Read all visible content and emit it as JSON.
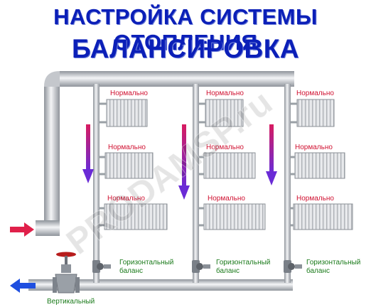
{
  "title": "НАСТРОЙКА СИСТЕМЫ ОТОПЛЕНИЯ",
  "subtitle": "БАЛАНСИРОВКА",
  "watermark": "PRODAMSP.ru",
  "radiator_status": "Нормально",
  "horizontal_balance": [
    "Горизонтальный",
    "баланс"
  ],
  "vertical_label": "Вертикальный",
  "colors": {
    "title": "#0b1fb8",
    "status_text": "#d01030",
    "balance_text": "#1a7a1a",
    "inflow_arrow": "#e0204a",
    "return_arrow": "#1f4fe0",
    "flow_arrow_top": "#d81b60",
    "flow_arrow_bottom": "#6a2bd6",
    "pipe": "#b8bcc2",
    "valve": "#7a8088"
  },
  "risers": [
    {
      "radiators": 3
    },
    {
      "radiators": 3
    },
    {
      "radiators": 3
    }
  ]
}
